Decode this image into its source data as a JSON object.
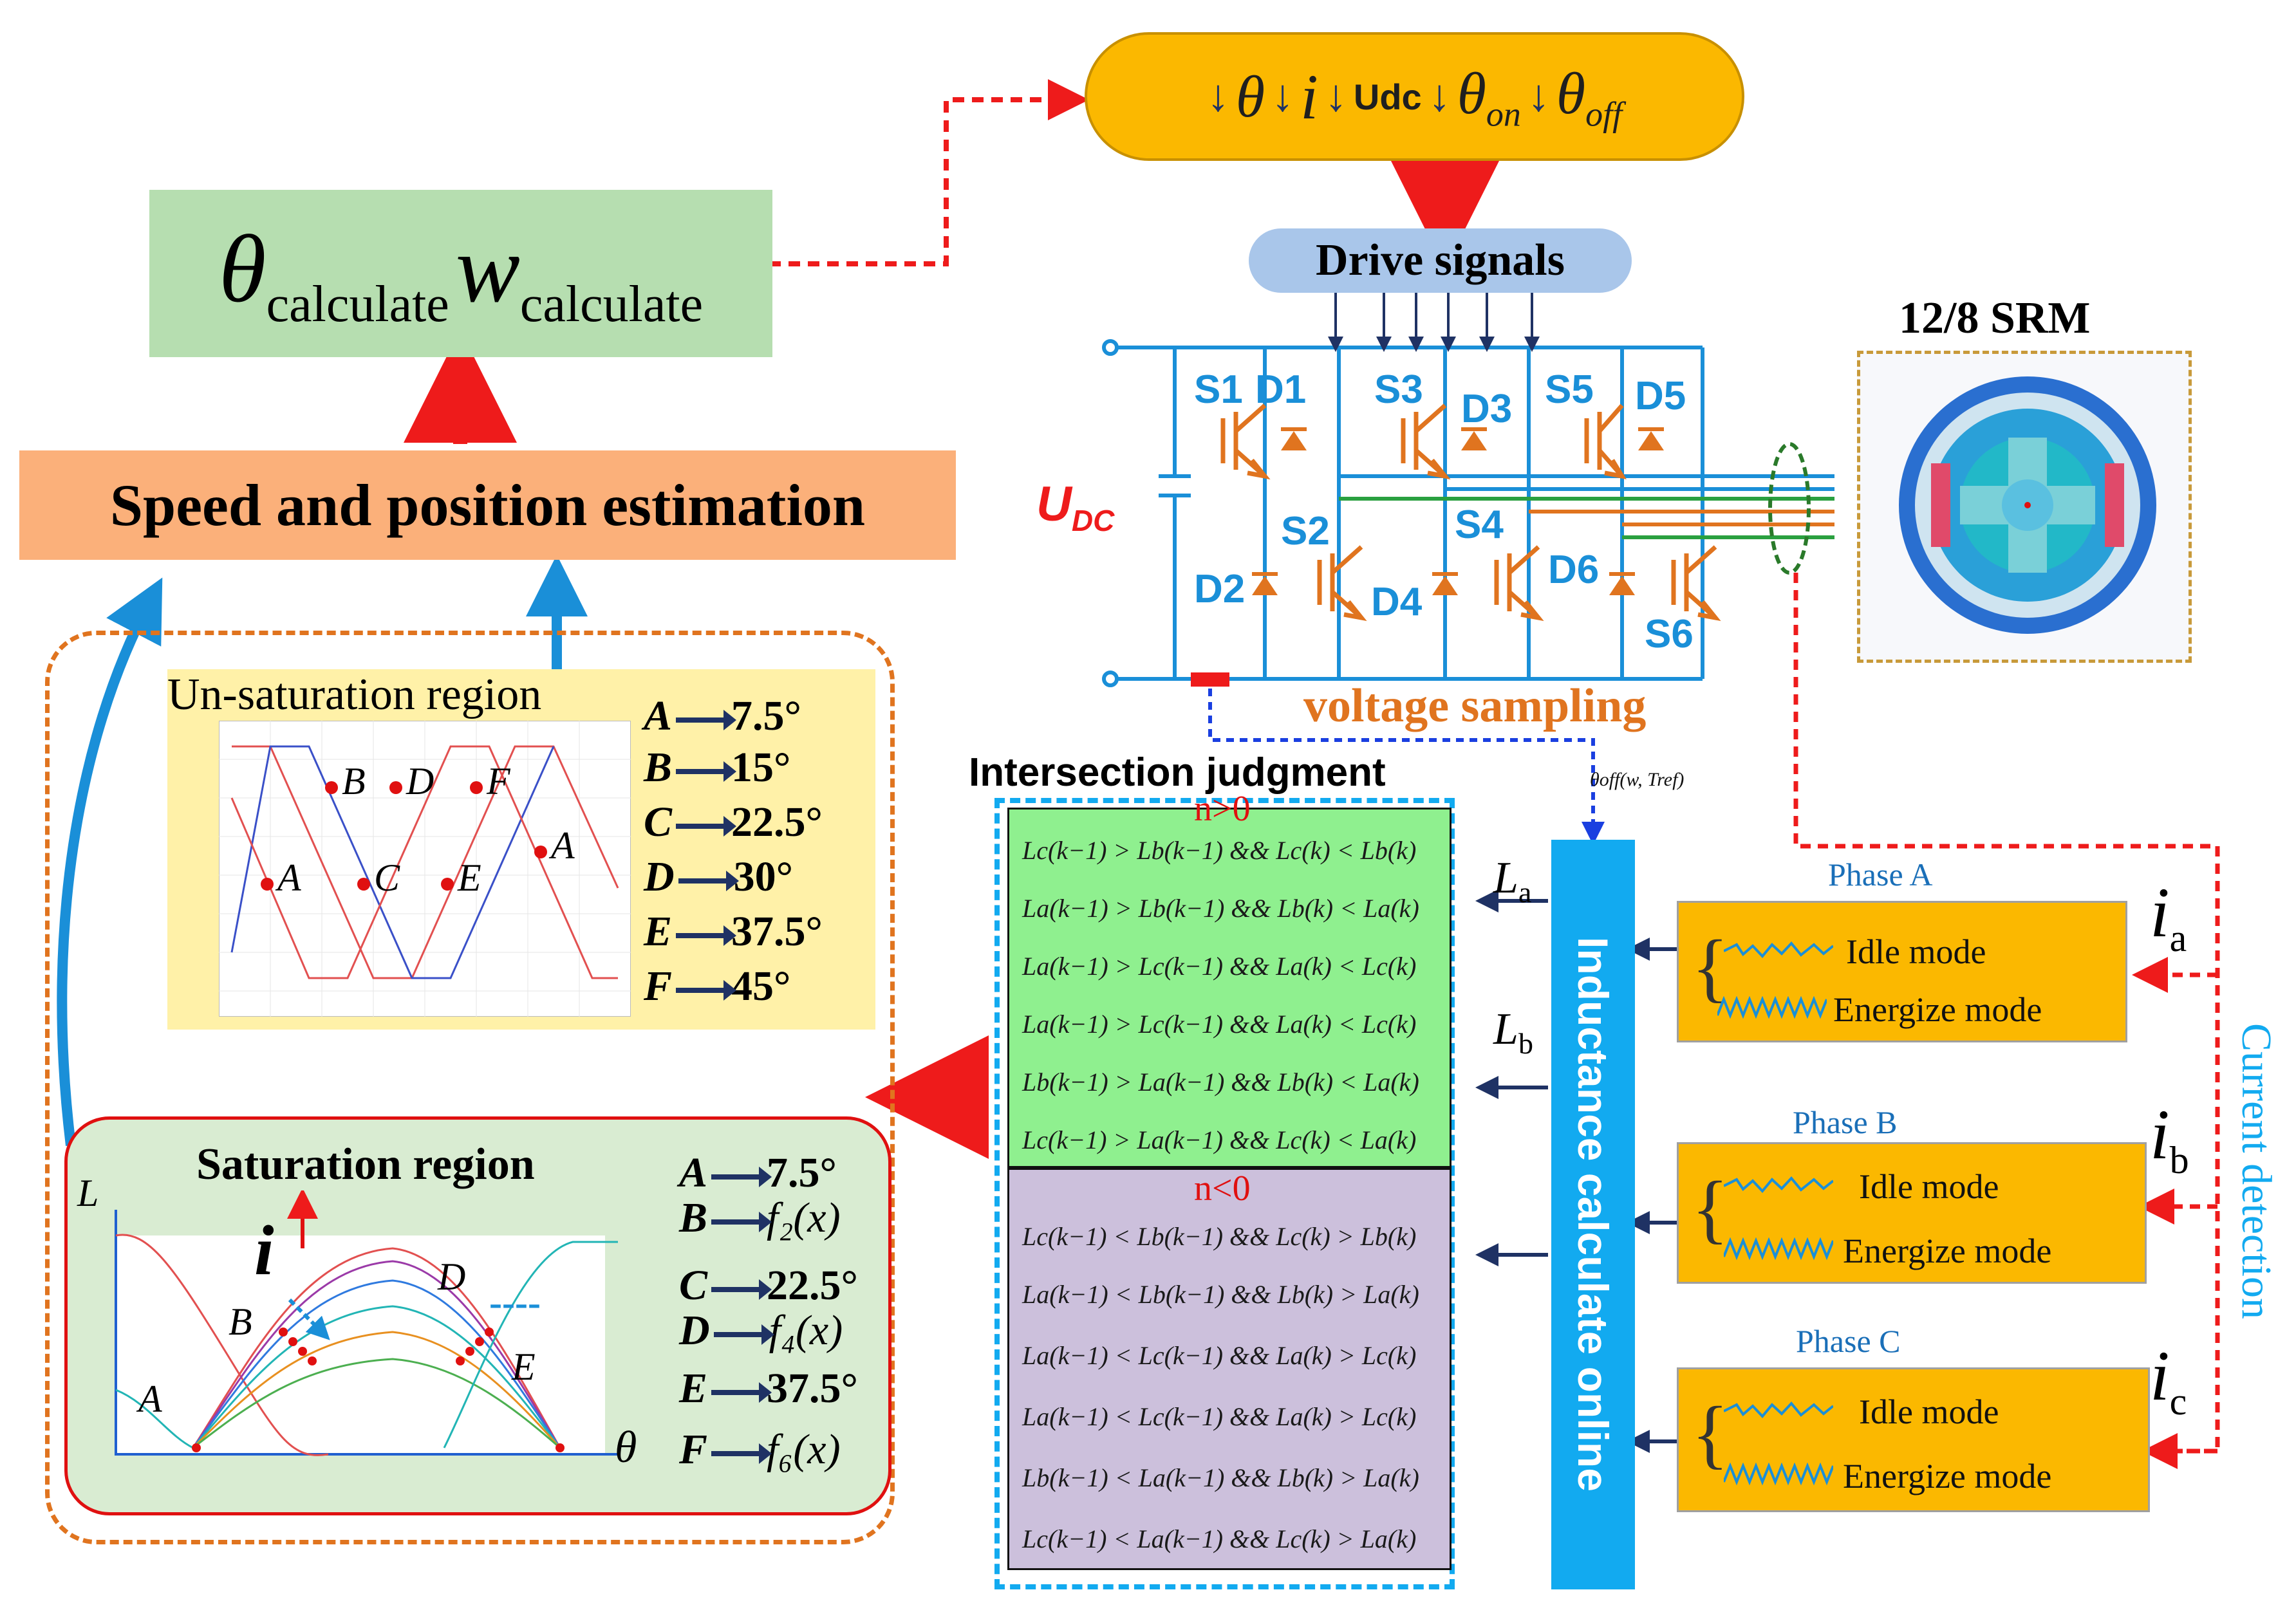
{
  "inputs_bar": {
    "theta": "θ",
    "i": "i",
    "udc": "Udc",
    "theta_on": "θ",
    "on_sub": "on",
    "theta_off": "θ",
    "off_sub": "off"
  },
  "output_box": {
    "theta": "θ",
    "theta_sub": "calculate",
    "w": "w",
    "w_sub": "calculate"
  },
  "estimation_box": {
    "label": "Speed and position estimation"
  },
  "drive": {
    "label": "Drive signals",
    "srm_label": "12/8 SRM",
    "udc_label": "U",
    "udc_sub": "DC",
    "voltage_sampling": "voltage sampling",
    "switches": [
      "S1",
      "D1",
      "S3",
      "D3",
      "S5",
      "D5",
      "S2",
      "S4",
      "D2",
      "D4",
      "D6",
      "S6"
    ],
    "toff_label": "θoff(w, Tref)"
  },
  "unsat": {
    "title": "Un-saturation region",
    "points": [
      "B",
      "D",
      "F",
      "A",
      "C",
      "E",
      "A"
    ],
    "angles": [
      {
        "k": "A",
        "v": "7.5°"
      },
      {
        "k": "B",
        "v": "15°"
      },
      {
        "k": "C",
        "v": "22.5°"
      },
      {
        "k": "D",
        "v": "30°"
      },
      {
        "k": "E",
        "v": "37.5°"
      },
      {
        "k": "F",
        "v": "45°"
      }
    ]
  },
  "sat": {
    "title": "Saturation region",
    "axis_y": "L",
    "axis_x": "θ",
    "current": "i",
    "points": [
      "A",
      "B",
      "D",
      "E"
    ],
    "dash": "----",
    "angles": [
      {
        "k": "A",
        "v": "7.5°"
      },
      {
        "k": "B",
        "v": "f₂(x)"
      },
      {
        "k": "C",
        "v": "22.5°"
      },
      {
        "k": "D",
        "v": "f₄(x)"
      },
      {
        "k": "E",
        "v": "37.5°"
      },
      {
        "k": "F",
        "v": "f₆(x)"
      }
    ]
  },
  "intersection": {
    "title": "Intersection judgment",
    "pos_label": "n>0",
    "neg_label": "n<0",
    "pos_rules": [
      "Lc(k−1) > Lb(k−1) && Lc(k) < Lb(k)",
      "La(k−1) > Lb(k−1) && Lb(k) < La(k)",
      "La(k−1) > Lc(k−1) && La(k) < Lc(k)",
      "La(k−1) > Lc(k−1) && La(k) < Lc(k)",
      "Lb(k−1) > La(k−1) && Lb(k) < La(k)",
      "Lc(k−1) > La(k−1) && Lc(k) < La(k)"
    ],
    "neg_rules": [
      "Lc(k−1) < Lb(k−1) && Lc(k) > Lb(k)",
      "La(k−1) < Lb(k−1) && Lb(k) > La(k)",
      "La(k−1) < Lc(k−1) && La(k) > Lc(k)",
      "La(k−1) < Lc(k−1) && La(k) > Lc(k)",
      "Lb(k−1) < La(k−1) && Lb(k) > La(k)",
      "Lc(k−1) < La(k−1) && Lc(k) > La(k)"
    ]
  },
  "inductance": {
    "label": "Inductance calculate online",
    "la": "L",
    "la_sub": "a",
    "lb": "L",
    "lb_sub": "b"
  },
  "phases": [
    {
      "name": "Phase A",
      "idle": "Idle mode",
      "energize": "Energize mode",
      "cur": "i",
      "cur_sub": "a"
    },
    {
      "name": "Phase B",
      "idle": "Idle mode",
      "energize": "Energize mode",
      "cur": "i",
      "cur_sub": "b"
    },
    {
      "name": "Phase C",
      "idle": "Idle mode",
      "energize": "Energize mode",
      "cur": "i",
      "cur_sub": "c"
    }
  ],
  "current_detection": "Current detection",
  "colors": {
    "orange_box": "#fbb800",
    "green_box": "#b6deb0",
    "salmon_box": "#fbb07a",
    "blue_bar": "#12aaf0",
    "circuit": "#1a8fd8",
    "igbt": "#e0741f",
    "red": "#ee1b1b",
    "navy": "#1f3264"
  }
}
